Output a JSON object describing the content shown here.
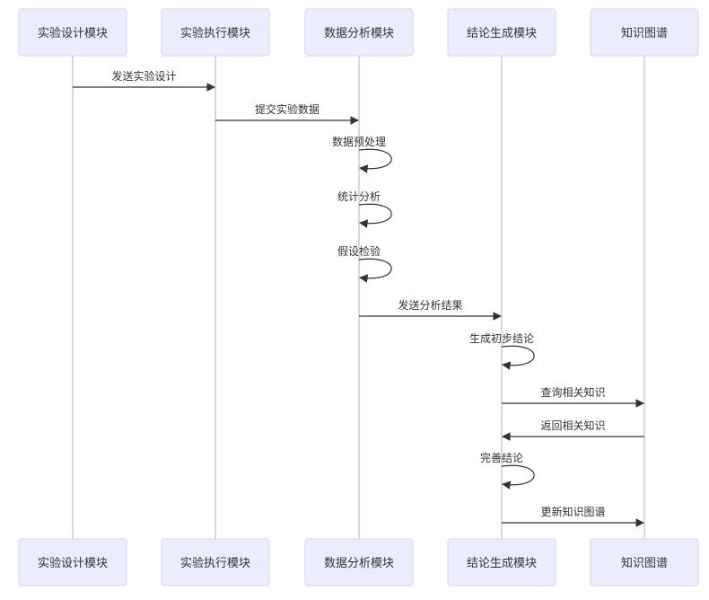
{
  "participants": [
    {
      "id": "design",
      "label": "实验设计模块"
    },
    {
      "id": "execute",
      "label": "实验执行模块"
    },
    {
      "id": "analysis",
      "label": "数据分析模块"
    },
    {
      "id": "conclude",
      "label": "结论生成模块"
    },
    {
      "id": "knowledge",
      "label": "知识图谱"
    }
  ],
  "messages": [
    {
      "from": "design",
      "to": "execute",
      "label": "发送实验设计"
    },
    {
      "from": "execute",
      "to": "analysis",
      "label": "提交实验数据"
    },
    {
      "from": "analysis",
      "to": "analysis",
      "label": "数据预处理"
    },
    {
      "from": "analysis",
      "to": "analysis",
      "label": "统计分析"
    },
    {
      "from": "analysis",
      "to": "analysis",
      "label": "假设检验"
    },
    {
      "from": "analysis",
      "to": "conclude",
      "label": "发送分析结果"
    },
    {
      "from": "conclude",
      "to": "conclude",
      "label": "生成初步结论"
    },
    {
      "from": "conclude",
      "to": "knowledge",
      "label": "查询相关知识"
    },
    {
      "from": "knowledge",
      "to": "conclude",
      "label": "返回相关知识"
    },
    {
      "from": "conclude",
      "to": "conclude",
      "label": "完善结论"
    },
    {
      "from": "conclude",
      "to": "knowledge",
      "label": "更新知识图谱"
    }
  ],
  "colors": {
    "actor_fill": "#ececff",
    "actor_border": "#d6d6ee",
    "lifeline": "#c8c8ec",
    "message": "#333333"
  }
}
